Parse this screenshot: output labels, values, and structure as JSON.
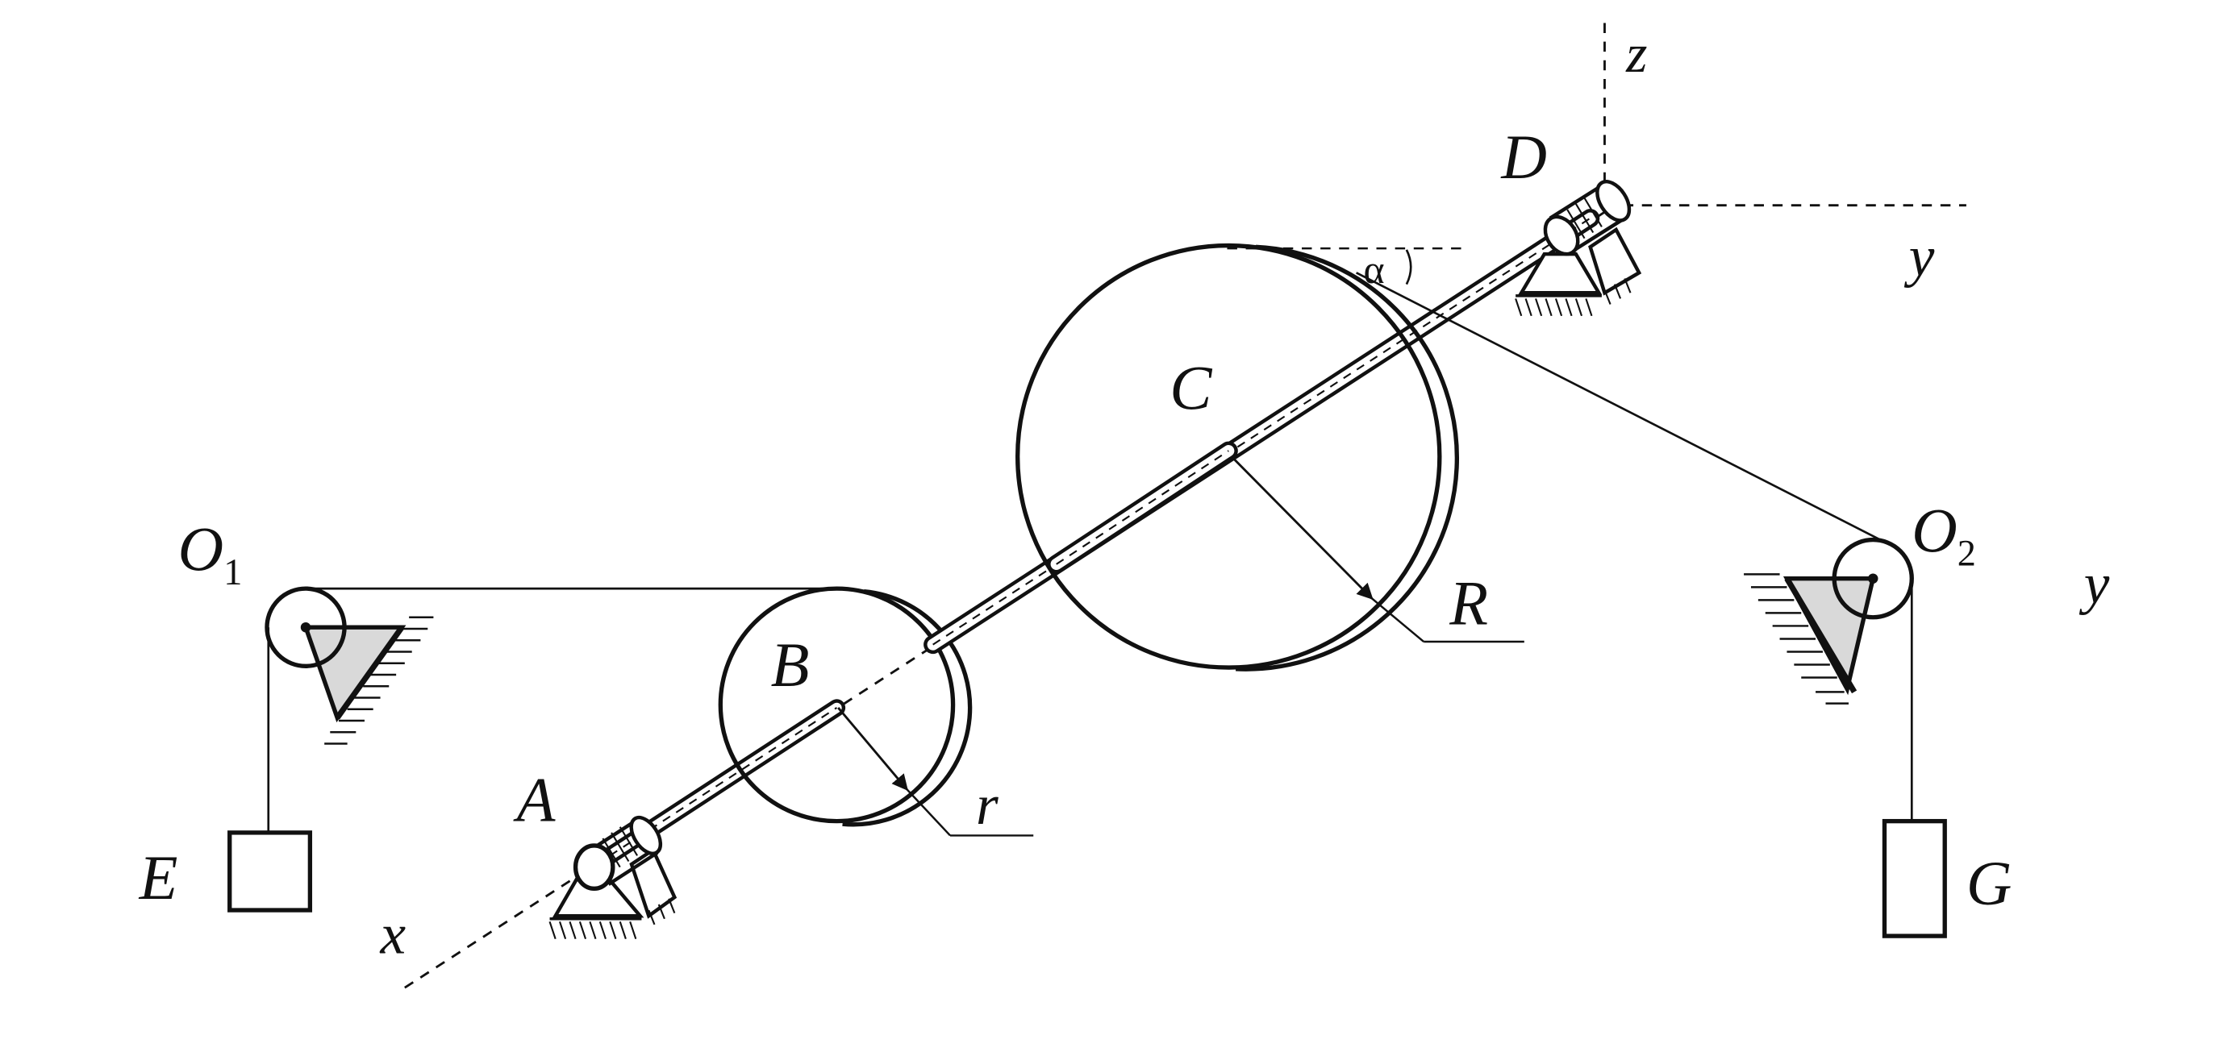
{
  "labels": {
    "z": "z",
    "D": "D",
    "y_top": "y",
    "alpha": "α",
    "C": "C",
    "O1_main": "O",
    "O1_sub": "1",
    "O2_main": "O",
    "O2_sub": "2",
    "y_right": "y",
    "R": "R",
    "B": "B",
    "r": "r",
    "A": "A",
    "E": "E",
    "G": "G",
    "x": "x"
  },
  "colors": {
    "ink": "#111111",
    "support_fill": "#d9d9d9",
    "background": "#ffffff"
  }
}
